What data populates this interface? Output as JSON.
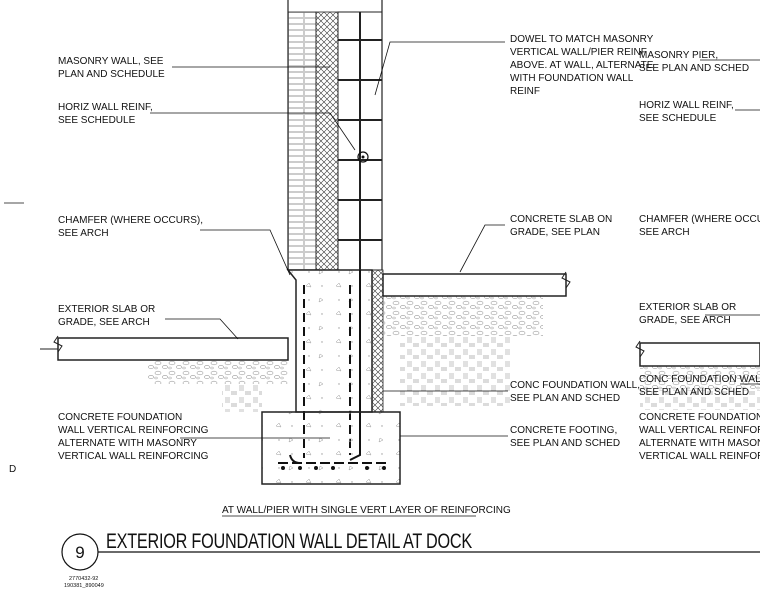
{
  "left_notes": {
    "masonry_wall": [
      "MASONRY WALL, SEE",
      "PLAN AND SCHEDULE"
    ],
    "horiz_reinf": [
      "HORIZ WALL REINF,",
      "SEE SCHEDULE"
    ],
    "chamfer": [
      "CHAMFER (WHERE OCCURS),",
      "SEE ARCH"
    ],
    "exterior_slab": [
      "EXTERIOR SLAB OR",
      "GRADE, SEE ARCH"
    ],
    "foundation_vert": [
      "CONCRETE FOUNDATION",
      "WALL VERTICAL REINFORCING",
      "ALTERNATE WITH MASONRY",
      "VERTICAL WALL REINFORCING"
    ]
  },
  "center_notes": {
    "dowel": [
      "DOWEL TO MATCH MASONRY",
      "VERTICAL WALL/PIER REINF",
      "ABOVE. AT WALL, ALTERNATE",
      "WITH FOUNDATION WALL",
      "REINF"
    ],
    "slab_on_grade": [
      "CONCRETE SLAB ON",
      "GRADE, SEE PLAN"
    ],
    "conc_foundation_wall": [
      "CONC FOUNDATION WALL,",
      "SEE PLAN AND SCHED"
    ],
    "conc_footing": [
      "CONCRETE FOOTING,",
      "SEE PLAN AND SCHED"
    ]
  },
  "right_notes": {
    "masonry_pier": [
      "MASONRY PIER,",
      "SEE PLAN AND SCHED"
    ],
    "horiz_reinf": [
      "HORIZ WALL REINF,",
      "SEE SCHEDULE"
    ],
    "chamfer": [
      "CHAMFER (WHERE OCCURS),",
      "SEE ARCH"
    ],
    "exterior_slab": [
      "EXTERIOR SLAB OR",
      "GRADE, SEE ARCH"
    ],
    "conc_foundation_wall": [
      "CONC FOUNDATION WALL,",
      "SEE PLAN AND SCHED"
    ],
    "foundation_vert": [
      "CONCRETE FOUNDATION",
      "WALL VERTICAL REINFORCING",
      "ALTERNATE WITH MASONRY",
      "VERTICAL WALL REINFORCING"
    ]
  },
  "side_letter": "D",
  "subtitle": "AT WALL/PIER WITH SINGLE VERT LAYER OF REINFORCING",
  "title": "EXTERIOR FOUNDATION WALL DETAIL AT DOCK",
  "detail_number": "9",
  "reference_codes": [
    "2770432-92",
    "190381_890049"
  ]
}
